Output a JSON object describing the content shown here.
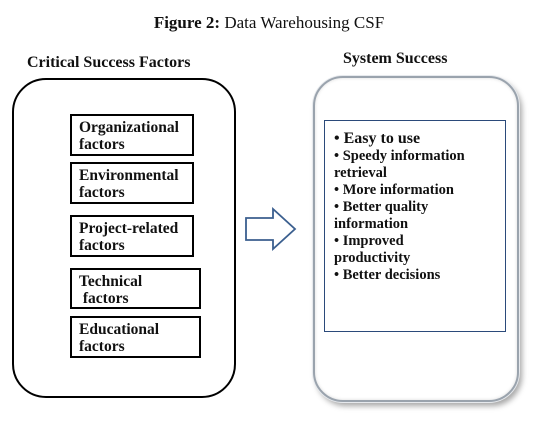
{
  "caption": {
    "prefix": "Figure 2:",
    "text": " Data Warehousing CSF"
  },
  "left_panel": {
    "heading": "Critical Success Factors",
    "factors": [
      {
        "line1": "Organizational",
        "line2": "factors"
      },
      {
        "line1": "Environmental",
        "line2": "factors"
      },
      {
        "line1": "Project-related",
        "line2": "factors"
      },
      {
        "line1": "Technical",
        "line2": " factors"
      },
      {
        "line1": "Educational",
        "line2": "factors"
      }
    ]
  },
  "right_panel": {
    "heading": "System Success",
    "items": [
      "• Easy to use",
      "• Speedy information",
      "retrieval",
      "• More information",
      "• Better quality",
      "information",
      "• Improved",
      "productivity",
      "• Better decisions"
    ]
  },
  "colors": {
    "inner_box_border": "#2b4a7a",
    "arrow_stroke": "#3b5f8f",
    "panel_right_border": "#9aa3ad"
  }
}
